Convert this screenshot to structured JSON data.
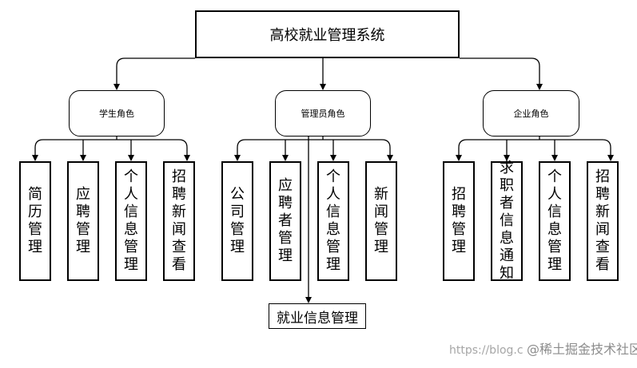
{
  "title": "高校就业管理系统",
  "roles": {
    "student": "学生角色",
    "admin": "管理员角色",
    "enterprise": "企业角色"
  },
  "student_modules": [
    "简历管理",
    "应聘管理",
    "个人信息管理",
    "招聘新闻查看"
  ],
  "admin_modules": [
    "公司管理",
    "应聘者管理",
    "个人信息管理",
    "新闻管理"
  ],
  "enterprise_modules": [
    "招聘管理",
    "求职者信息通知",
    "个人信息管理",
    "招聘新闻查看"
  ],
  "employment_info": "就业信息管理",
  "watermark": {
    "url": "https://blog.c",
    "brand": "@稀土掘金技术社区"
  }
}
